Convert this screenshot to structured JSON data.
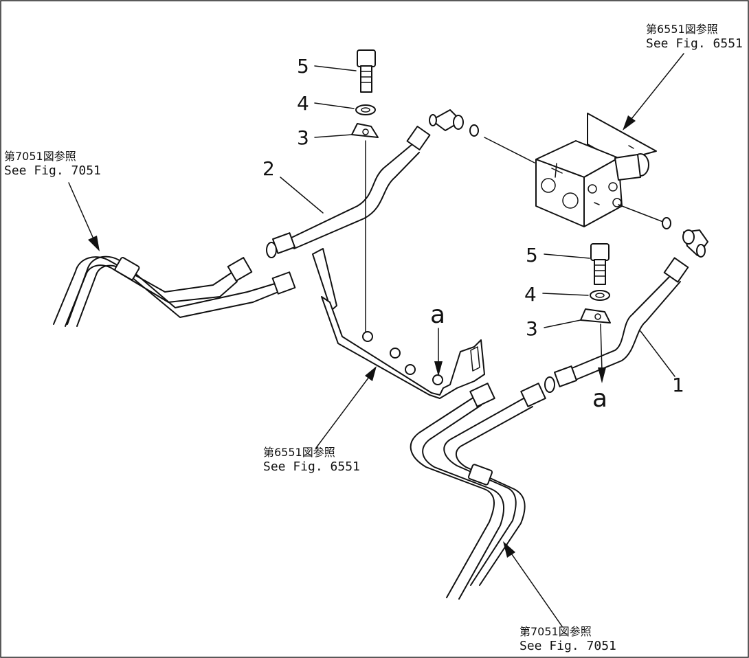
{
  "callouts": {
    "bolt_upper": "5",
    "washer_upper": "4",
    "clamp_upper": "3",
    "hose_upper": "2",
    "bolt_lower": "5",
    "washer_lower": "4",
    "clamp_lower": "3",
    "hose_lower": "1"
  },
  "view_markers": {
    "upper": "a",
    "lower": "a"
  },
  "references": {
    "valve": {
      "jp": "第6551図参照",
      "en": "See  Fig. 6551"
    },
    "left_pipes": {
      "jp": "第7051図参照",
      "en": "See  Fig. 7051"
    },
    "bracket": {
      "jp": "第6551図参照",
      "en": "See  Fig. 6551"
    },
    "lower_pipes": {
      "jp": "第7051図参照",
      "en": "See  Fig. 7051"
    }
  }
}
